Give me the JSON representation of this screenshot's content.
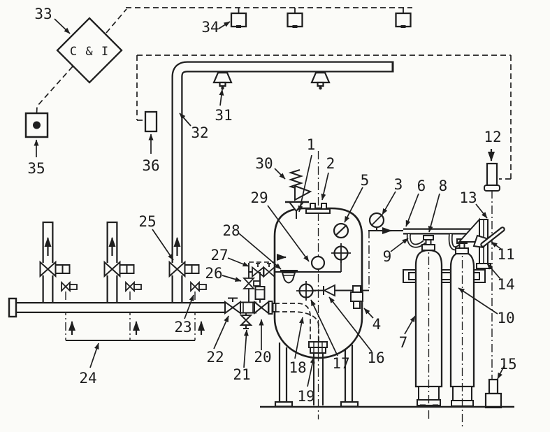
{
  "diagram": {
    "type": "technical-schematic",
    "control_unit_text": "C & I",
    "colors": {
      "line": "#1f1f1f",
      "paper": "#fbfbf8"
    },
    "labels": [
      {
        "num": "1"
      },
      {
        "num": "2"
      },
      {
        "num": "3"
      },
      {
        "num": "4"
      },
      {
        "num": "5"
      },
      {
        "num": "6"
      },
      {
        "num": "7"
      },
      {
        "num": "8"
      },
      {
        "num": "9"
      },
      {
        "num": "10"
      },
      {
        "num": "11"
      },
      {
        "num": "12"
      },
      {
        "num": "13"
      },
      {
        "num": "14"
      },
      {
        "num": "15"
      },
      {
        "num": "16"
      },
      {
        "num": "17"
      },
      {
        "num": "18"
      },
      {
        "num": "19"
      },
      {
        "num": "20"
      },
      {
        "num": "21"
      },
      {
        "num": "22"
      },
      {
        "num": "23"
      },
      {
        "num": "24"
      },
      {
        "num": "25"
      },
      {
        "num": "26"
      },
      {
        "num": "27"
      },
      {
        "num": "28"
      },
      {
        "num": "29"
      },
      {
        "num": "30"
      },
      {
        "num": "31"
      },
      {
        "num": "32"
      },
      {
        "num": "33"
      },
      {
        "num": "34"
      },
      {
        "num": "35"
      },
      {
        "num": "36"
      }
    ]
  }
}
